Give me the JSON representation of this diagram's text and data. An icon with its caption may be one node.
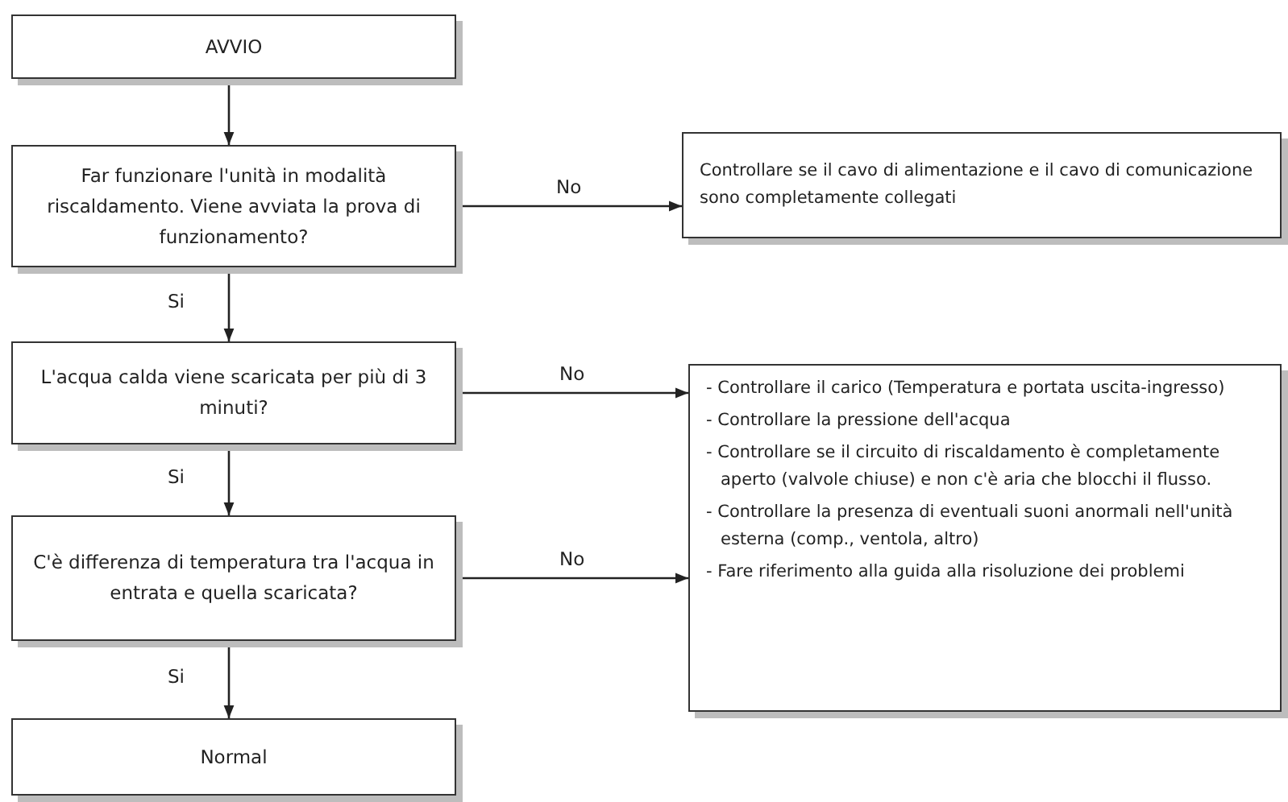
{
  "diagram": {
    "nodes": [
      {
        "text": [
          "AVVIO"
        ]
      },
      {
        "text": [
          "Far funzionare l'unità in modalità riscaldamento. Viene avviata la prova di funzionamento?"
        ]
      },
      {
        "text": [
          "Controllare se il cavo di alimentazione e il cavo di comunicazione sono completamente collegati"
        ]
      },
      {
        "text": [
          "L'acqua calda viene scaricata per più di 3 minuti?"
        ]
      },
      {
        "text": [
          "- Controllare il carico (Temperatura e portata uscita-ingresso)",
          "- Controllare la pressione dell'acqua",
          "- Controllare se il circuito di riscaldamento è completamente aperto (valvole chiuse) e non c'è aria che blocchi il flusso.",
          "- Controllare la presenza di eventuali suoni anormali nell'unità esterna (comp., ventola, altro)",
          "- Fare riferimento alla guida alla risoluzione dei problemi"
        ]
      },
      {
        "text": [
          "C'è differenza di temperatura tra l'acqua in entrata e quella scaricata?"
        ]
      },
      {
        "text": [
          "Normal"
        ]
      }
    ],
    "edges": [
      {
        "from": 0,
        "to": 1,
        "arrow": "to"
      },
      {
        "from": 1,
        "to": 2,
        "arrow": "to",
        "label": "No"
      },
      {
        "from": 1,
        "to": 3,
        "arrow": "to",
        "label": "Si"
      },
      {
        "from": 3,
        "to": 4,
        "arrow": "to",
        "label": "No"
      },
      {
        "from": 3,
        "to": 5,
        "arrow": "to",
        "label": "Si"
      },
      {
        "from": 5,
        "to": 4,
        "arrow": "to",
        "label": "No"
      },
      {
        "from": 5,
        "to": 6,
        "arrow": "to",
        "label": "Si"
      }
    ]
  }
}
